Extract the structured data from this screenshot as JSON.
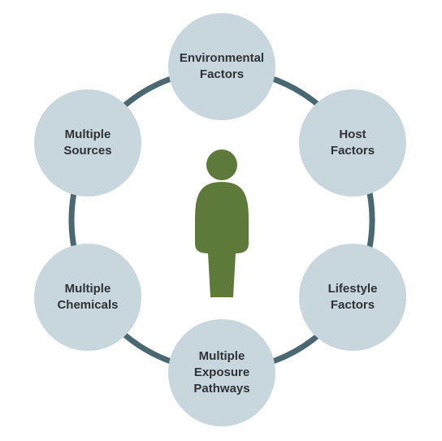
{
  "colors": {
    "ring": "#4a6872",
    "node_fill": "#c8d6dd",
    "node_text": "#2f3236",
    "person": "#5e7a3b"
  },
  "person_icon": "person-silhouette-icon",
  "nodes": [
    {
      "id": "environmental",
      "label": "Environmental\nFactors"
    },
    {
      "id": "host",
      "label": "Host\nFactors"
    },
    {
      "id": "lifestyle",
      "label": "Lifestyle\nFactors"
    },
    {
      "id": "pathways",
      "label": "Multiple\nExposure\nPathways"
    },
    {
      "id": "chemicals",
      "label": "Multiple\nChemicals"
    },
    {
      "id": "sources",
      "label": "Multiple\nSources"
    }
  ]
}
